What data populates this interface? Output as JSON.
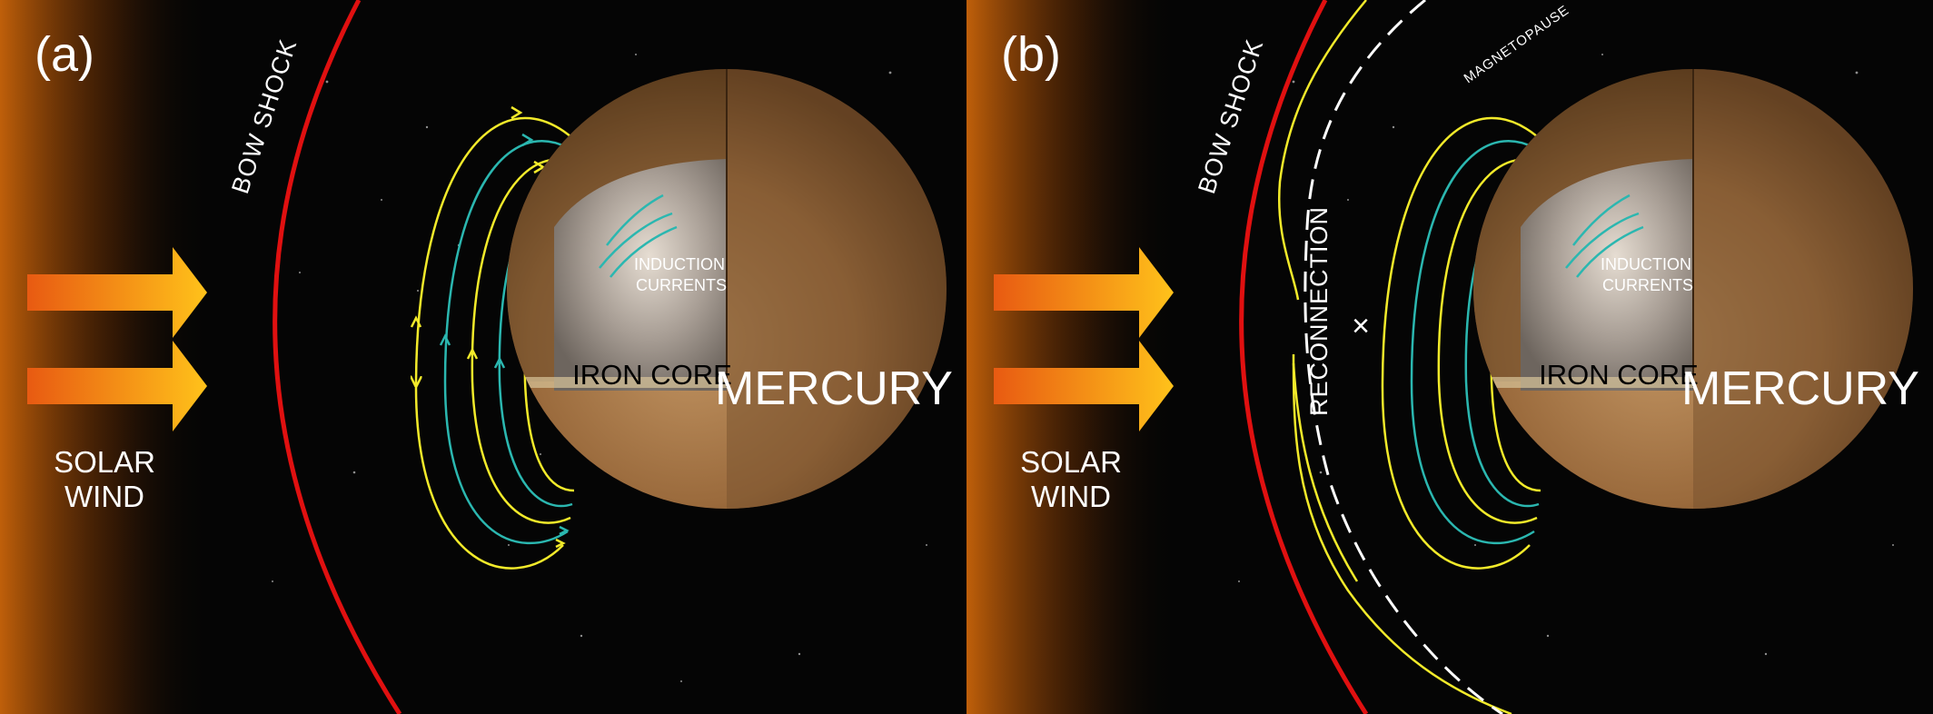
{
  "panels": [
    {
      "label": "(a)",
      "bow_shock": "BOW SHOCK",
      "solar_wind_line1": "SOLAR",
      "solar_wind_line2": "WIND",
      "induction_line1": "INDUCTION",
      "induction_line2": "CURRENTS",
      "iron_core": "IRON CORE",
      "planet": "MERCURY"
    },
    {
      "label": "(b)",
      "bow_shock": "BOW SHOCK",
      "solar_wind_line1": "SOLAR",
      "solar_wind_line2": "WIND",
      "induction_line1": "INDUCTION",
      "induction_line2": "CURRENTS",
      "iron_core": "IRON CORE",
      "planet": "MERCURY",
      "reconnection": "RECONNECTION",
      "reconnection_mark": "×",
      "magnetopause": "MAGNETOPAUSE"
    }
  ],
  "colors": {
    "background": "#050505",
    "bow_shock": "#e01010",
    "field_line_outer": "#f2ea2a",
    "field_line_inner": "#2bb7b0",
    "magnetopause": "#ffffff",
    "solar_glow": "#c9640a",
    "arrow_start": "#e85a12",
    "arrow_end": "#ffc21a",
    "planet_surface": "#a8794a",
    "iron_core": "#b5aba0"
  }
}
